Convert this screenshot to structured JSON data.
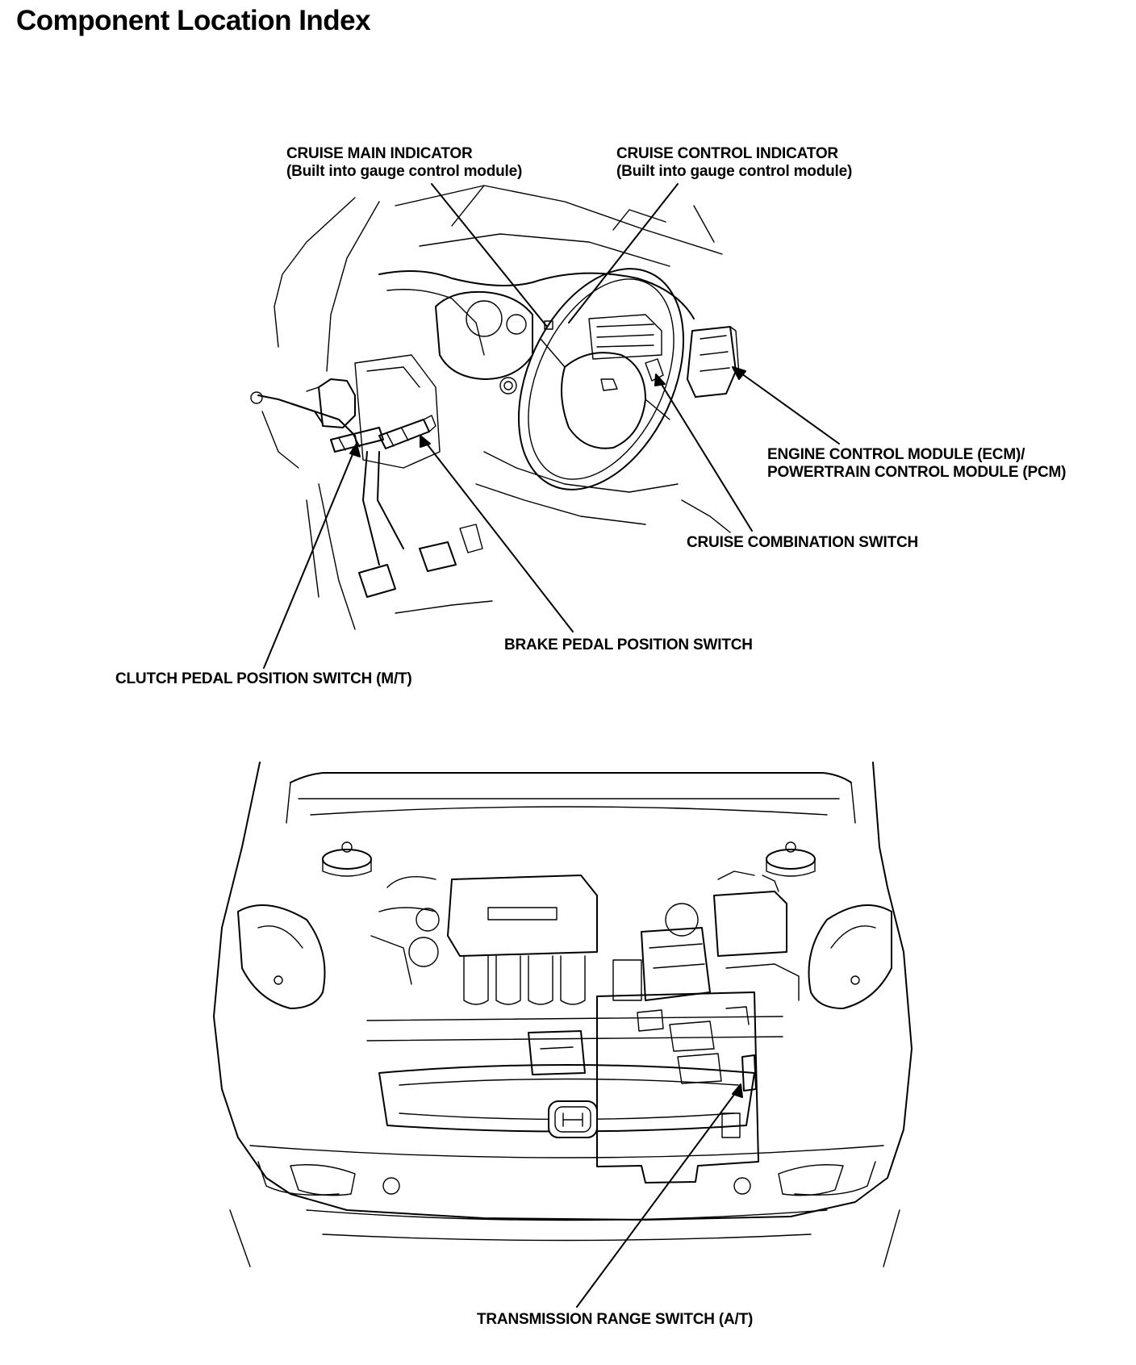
{
  "page": {
    "title": "Component Location Index"
  },
  "labels": {
    "cruise_main_indicator": {
      "line1": "CRUISE MAIN INDICATOR",
      "line2": "(Built into gauge control module)"
    },
    "cruise_control_indicator": {
      "line1": "CRUISE CONTROL INDICATOR",
      "line2": "(Built into gauge control module)"
    },
    "engine_control_module": {
      "line1": "ENGINE CONTROL MODULE (ECM)/",
      "line2": "POWERTRAIN CONTROL MODULE (PCM)"
    },
    "cruise_combination_switch": "CRUISE COMBINATION SWITCH",
    "brake_pedal_position_switch": "BRAKE PEDAL POSITION SWITCH",
    "clutch_pedal_position_switch": "CLUTCH PEDAL POSITION SWITCH (M/T)",
    "transmission_range_switch": "TRANSMISSION RANGE SWITCH (A/T)"
  }
}
